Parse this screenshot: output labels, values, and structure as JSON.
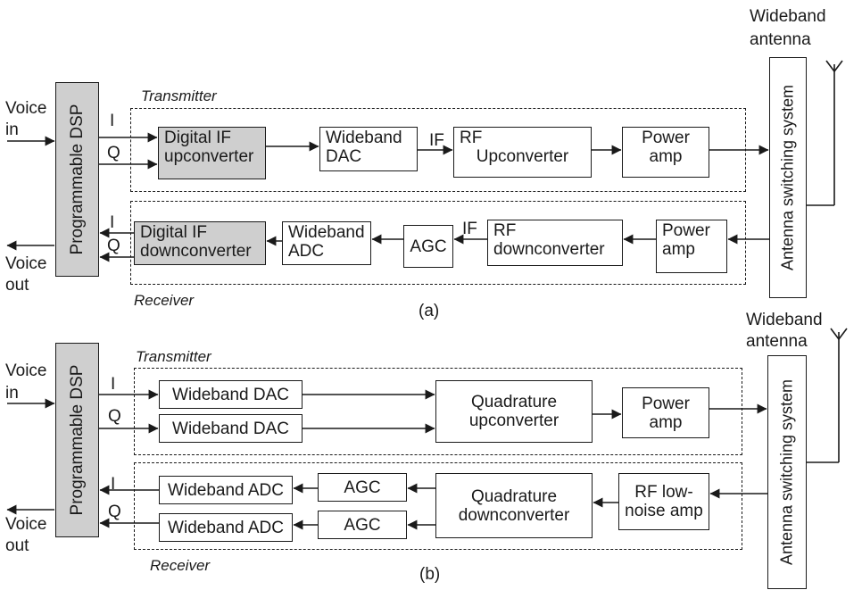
{
  "diagram_a": {
    "caption": "(a)",
    "antenna_label_line1": "Wideband",
    "antenna_label_line2": "antenna",
    "antenna_switch": "Antenna switching system",
    "dsp": "Programmable DSP",
    "voice_in_1": "Voice",
    "voice_in_2": "in",
    "voice_out_1": "Voice",
    "voice_out_2": "out",
    "transmitter": "Transmitter",
    "receiver": "Receiver",
    "tx_i": "I",
    "tx_q": "Q",
    "rx_i": "I",
    "rx_q": "Q",
    "tx_if": "IF",
    "rx_if": "IF",
    "digital_if_up_1": "Digital IF",
    "digital_if_up_2": "upconverter",
    "wideband_dac_1": "Wideband",
    "wideband_dac_2": "DAC",
    "rf_up_1": "RF",
    "rf_up_2": "Upconverter",
    "power_amp_tx_1": "Power",
    "power_amp_tx_2": "amp",
    "digital_if_down_1": "Digital IF",
    "digital_if_down_2": "downconverter",
    "wideband_adc_1": "Wideband",
    "wideband_adc_2": "ADC",
    "agc": "AGC",
    "rf_down_1": "RF",
    "rf_down_2": "downconverter",
    "power_amp_rx_1": "Power",
    "power_amp_rx_2": "amp"
  },
  "diagram_b": {
    "caption": "(b)",
    "antenna_label_line1": "Wideband",
    "antenna_label_line2": "antenna",
    "antenna_switch": "Antenna switching system",
    "dsp": "Programmable DSP",
    "voice_in_1": "Voice",
    "voice_in_2": "in",
    "voice_out_1": "Voice",
    "voice_out_2": "out",
    "transmitter": "Transmitter",
    "receiver": "Receiver",
    "tx_i": "I",
    "tx_q": "Q",
    "rx_i": "I",
    "rx_q": "Q",
    "wideband_dac_i": "Wideband DAC",
    "wideband_dac_q": "Wideband DAC",
    "quad_up_1": "Quadrature",
    "quad_up_2": "upconverter",
    "power_amp_1": "Power",
    "power_amp_2": "amp",
    "wideband_adc_i": "Wideband ADC",
    "wideband_adc_q": "Wideband ADC",
    "agc_i": "AGC",
    "agc_q": "AGC",
    "quad_down_1": "Quadrature",
    "quad_down_2": "downconverter",
    "rf_lna_1": "RF low-",
    "rf_lna_2": "noise amp"
  }
}
